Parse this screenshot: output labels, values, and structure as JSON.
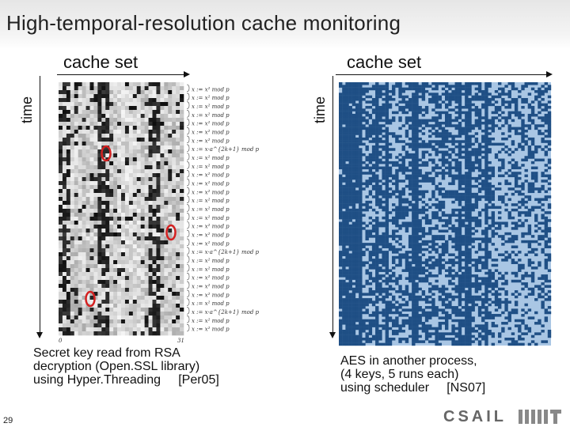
{
  "slide": {
    "title": "High-temporal-resolution cache monitoring",
    "page_number": "29"
  },
  "left_panel": {
    "x_label": "cache set",
    "y_label": "time",
    "caption": "Secret key read from RSA\ndecryption (Open.SSL library)\nusing Hyper.Threading     [Per05]",
    "annotations": [
      "x := x² mod p",
      "x := x² mod p",
      "x := x² mod p",
      "x := x² mod p",
      "x := x² mod p",
      "x := x² mod p",
      "x := x² mod p",
      "x := x·a^{2k+1} mod p",
      "x := x² mod p",
      "x := x² mod p",
      "x := x² mod p",
      "x := x² mod p",
      "x := x² mod p",
      "x := x² mod p",
      "x := x² mod p",
      "x := x² mod p",
      "x := x² mod p",
      "x := x² mod p",
      "x := x² mod p",
      "x := x·a^{2k+1} mod p",
      "x := x² mod p",
      "x := x² mod p",
      "x := x² mod p",
      "x := x² mod p",
      "x := x² mod p",
      "x := x² mod p",
      "x := x·a^{2k+1} mod p",
      "x := x² mod p",
      "x := x² mod p"
    ],
    "axis_ticks": [
      "0",
      "31"
    ],
    "highlight_color": "#d42020"
  },
  "right_panel": {
    "x_label": "cache set",
    "y_label": "time",
    "caption": "AES in another process,\n(4 keys, 5 runs each)\nusing scheduler     [NS07]",
    "colors": {
      "dark": "#1f4f85",
      "light": "#a9c6e4",
      "mid": "#6f9ccc"
    }
  },
  "logo": {
    "text": "CSAIL"
  }
}
